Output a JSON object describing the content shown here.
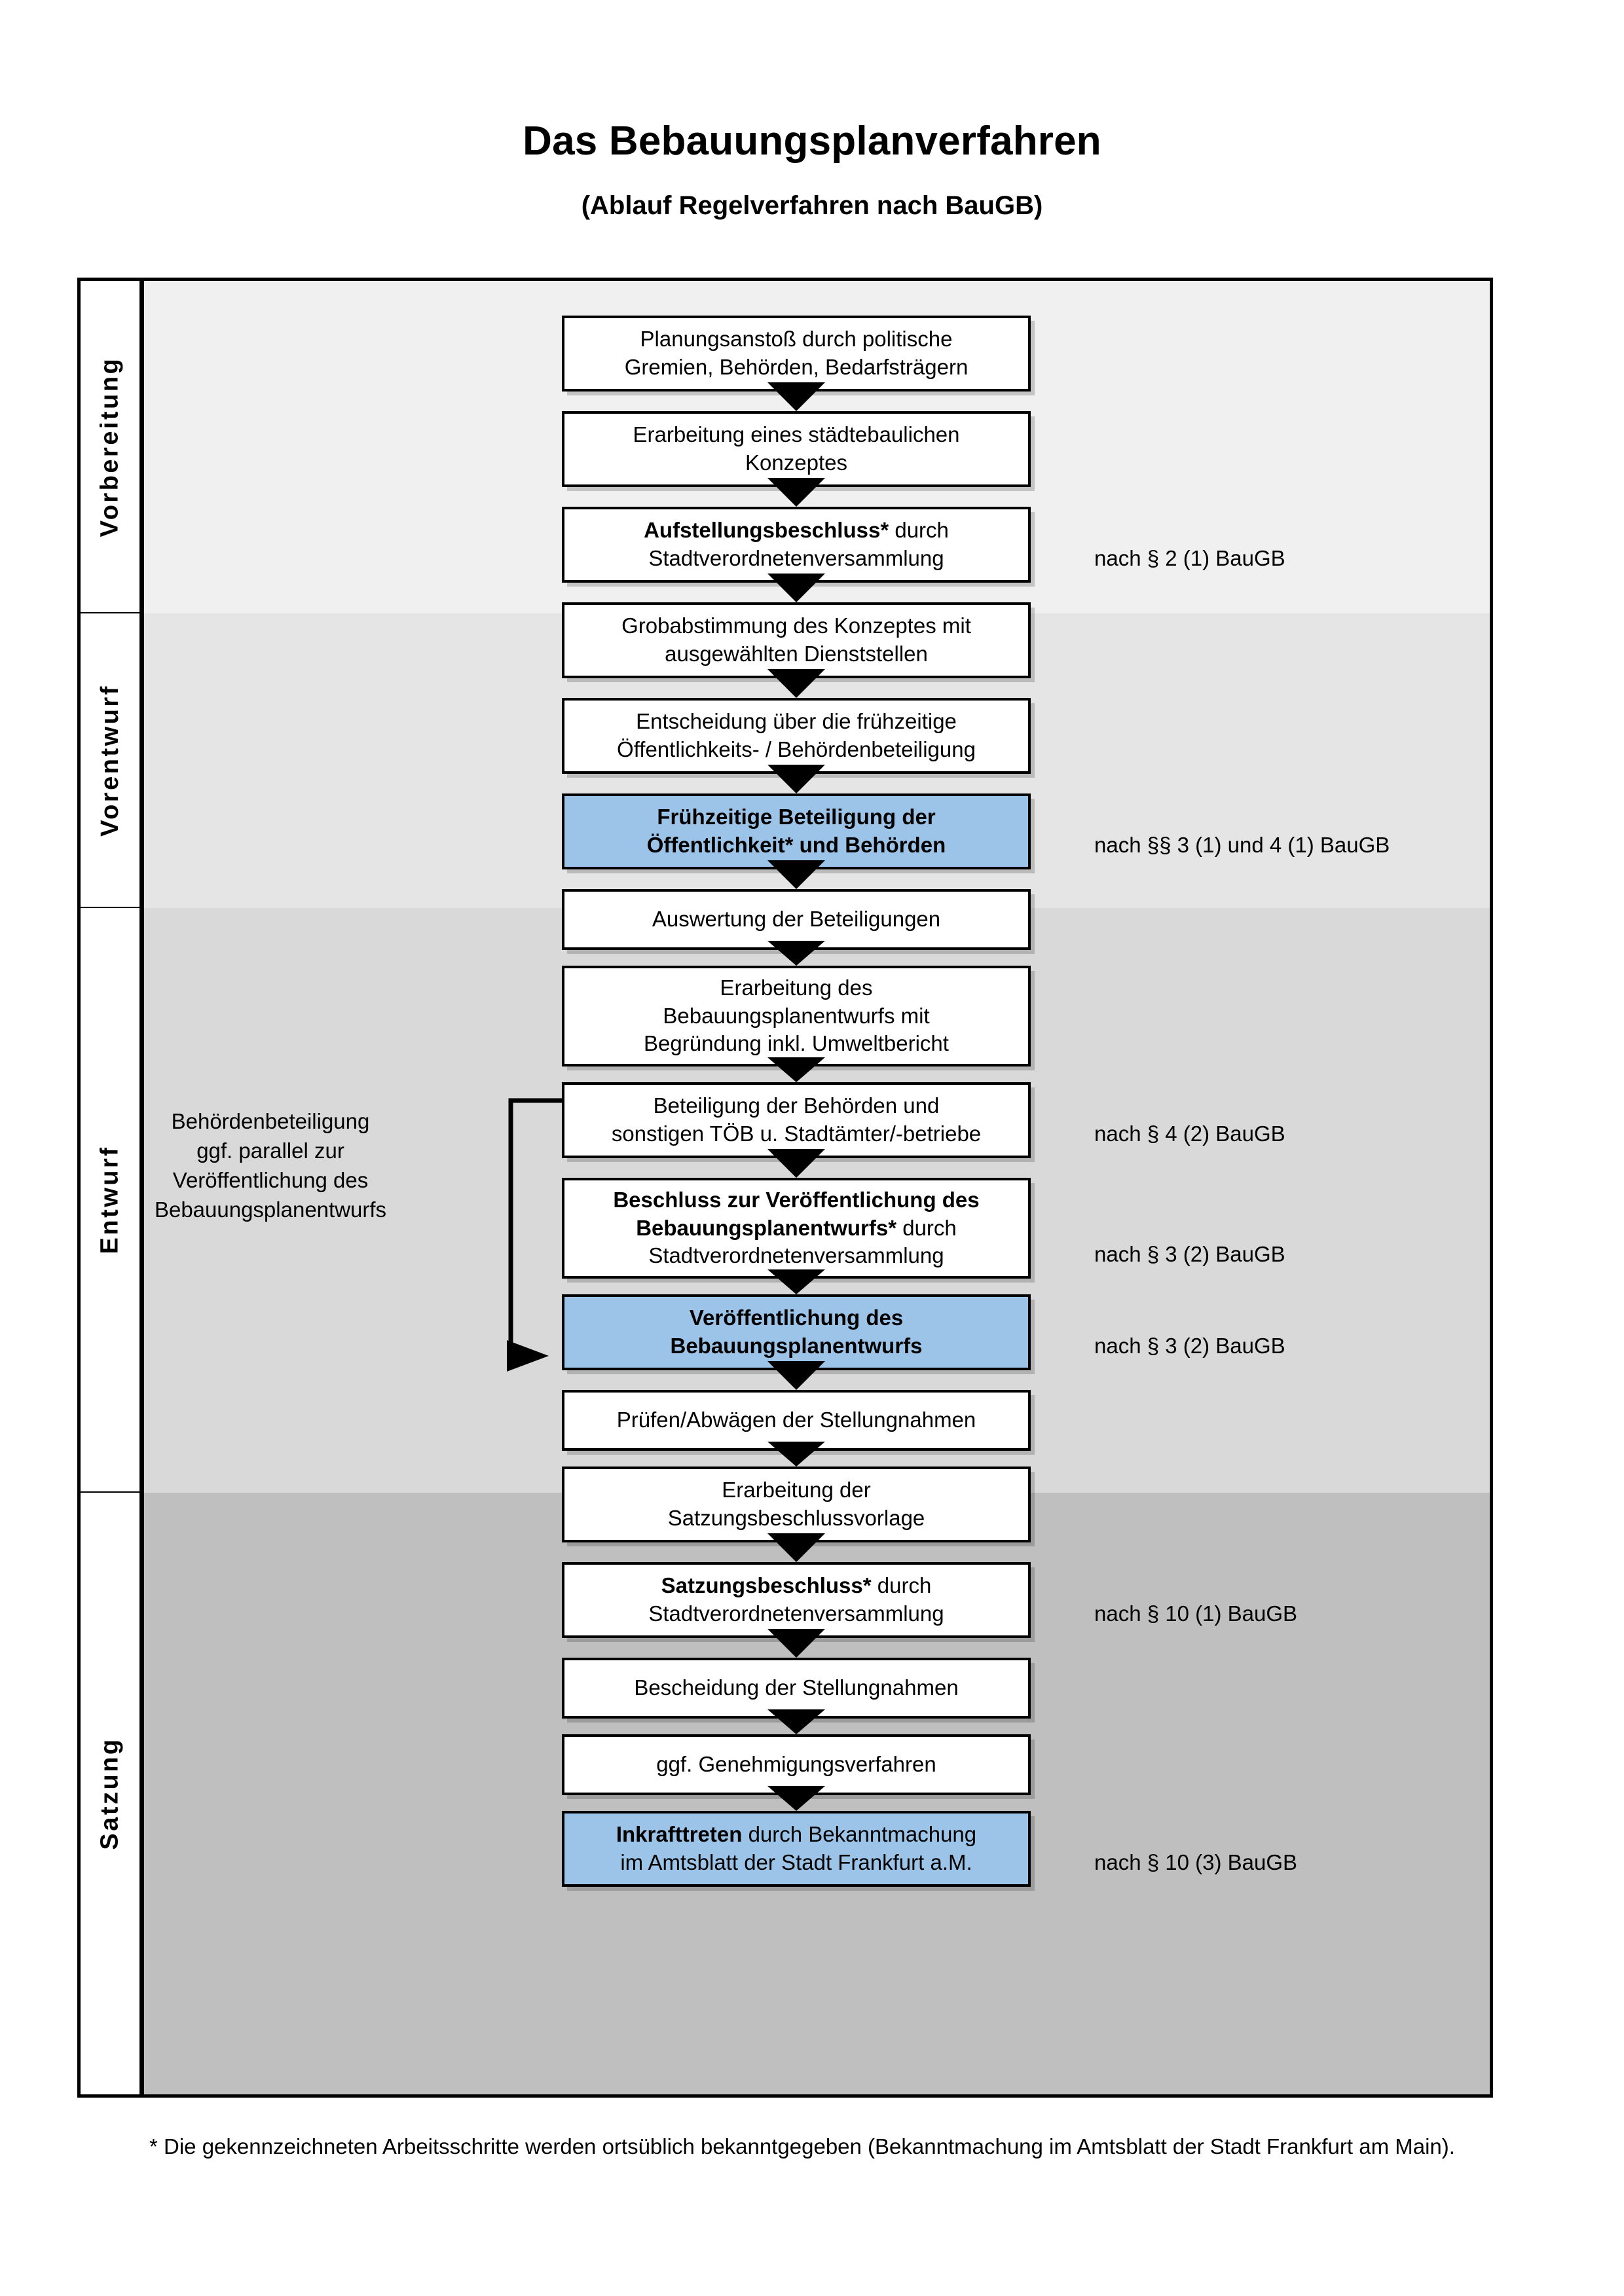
{
  "header": {
    "title": "Das Bebauungsplanverfahren",
    "subtitle": "(Ablauf Regelverfahren nach BauGB)"
  },
  "colors": {
    "highlight_blue": "#9CC3E8",
    "band_1": "#F0F0F0",
    "band_2": "#E5E5E5",
    "band_3": "#D9D9D9",
    "band_4": "#BFBFBF",
    "line": "#000000"
  },
  "phases": [
    {
      "label": "Vorbereitung",
      "band_color": "#F0F0F0"
    },
    {
      "label": "Vorentwurf",
      "band_color": "#E5E5E5"
    },
    {
      "label": "Entwurf",
      "band_color": "#D9D9D9"
    },
    {
      "label": "Satzung",
      "band_color": "#BFBFBF"
    }
  ],
  "steps": [
    {
      "id": "planungsanstoss",
      "phase": "Vorbereitung",
      "highlight": false,
      "lines": [
        {
          "text": "Planungsanstoß durch politische",
          "bold": false
        },
        {
          "text": "Gremien, Behörden, Bedarfsträgern",
          "bold": false
        }
      ]
    },
    {
      "id": "staedtebauliches-konzept",
      "phase": "Vorbereitung",
      "highlight": false,
      "lines": [
        {
          "text": "Erarbeitung eines städtebaulichen",
          "bold": false
        },
        {
          "text": "Konzeptes",
          "bold": false
        }
      ]
    },
    {
      "id": "aufstellungsbeschluss",
      "phase": "Vorbereitung",
      "highlight": false,
      "lines": [
        {
          "text": "Aufstellungsbeschluss*",
          "bold": true,
          "suffix": " durch"
        },
        {
          "text": "Stadtverordnetenversammlung",
          "bold": false
        }
      ]
    },
    {
      "id": "grobabstimmung",
      "phase": "Vorentwurf",
      "highlight": false,
      "lines": [
        {
          "text": "Grobabstimmung des Konzeptes mit",
          "bold": false
        },
        {
          "text": "ausgewählten Dienststellen",
          "bold": false
        }
      ]
    },
    {
      "id": "entscheidung-fruehzeitig",
      "phase": "Vorentwurf",
      "highlight": false,
      "lines": [
        {
          "text": "Entscheidung über die frühzeitige",
          "bold": false
        },
        {
          "text": "Öffentlichkeits- / Behördenbeteiligung",
          "bold": false
        }
      ]
    },
    {
      "id": "fruehzeitige-beteiligung",
      "phase": "Vorentwurf",
      "highlight": true,
      "lines": [
        {
          "text": "Frühzeitige Beteiligung der",
          "bold": true
        },
        {
          "text": "Öffentlichkeit* und Behörden",
          "bold": true
        }
      ]
    },
    {
      "id": "auswertung",
      "phase": "Entwurf",
      "highlight": false,
      "lines": [
        {
          "text": "Auswertung der Beteiligungen",
          "bold": false
        }
      ]
    },
    {
      "id": "erarbeitung-entwurf",
      "phase": "Entwurf",
      "highlight": false,
      "lines": [
        {
          "text": "Erarbeitung des",
          "bold": false
        },
        {
          "text": "Bebauungsplanentwurfs mit",
          "bold": false
        },
        {
          "text": "Begründung inkl. Umweltbericht",
          "bold": false
        }
      ]
    },
    {
      "id": "beteiligung-behoerden",
      "phase": "Entwurf",
      "highlight": false,
      "lines": [
        {
          "text": "Beteiligung der Behörden und",
          "bold": false
        },
        {
          "text": "sonstigen TÖB u. Stadtämter/-betriebe",
          "bold": false
        }
      ]
    },
    {
      "id": "beschluss-veroeffentlichung",
      "phase": "Entwurf",
      "highlight": false,
      "lines": [
        {
          "text": "Beschluss zur Veröffentlichung des",
          "bold": true
        },
        {
          "text": "Bebauungsplanentwurfs*",
          "bold": true,
          "suffix": " durch"
        },
        {
          "text": "Stadtverordnetenversammlung",
          "bold": false
        }
      ]
    },
    {
      "id": "veroeffentlichung",
      "phase": "Entwurf",
      "highlight": true,
      "lines": [
        {
          "text": "Veröffentlichung des",
          "bold": true
        },
        {
          "text": "Bebauungsplanentwurfs",
          "bold": true
        }
      ]
    },
    {
      "id": "pruefen-abwaegen",
      "phase": "Satzung",
      "highlight": false,
      "lines": [
        {
          "text": "Prüfen/Abwägen der Stellungnahmen",
          "bold": false
        }
      ]
    },
    {
      "id": "satzungsbeschlussvorlage",
      "phase": "Satzung",
      "highlight": false,
      "lines": [
        {
          "text": "Erarbeitung der",
          "bold": false
        },
        {
          "text": "Satzungsbeschlussvorlage",
          "bold": false
        }
      ]
    },
    {
      "id": "satzungsbeschluss",
      "phase": "Satzung",
      "highlight": false,
      "lines": [
        {
          "text": "Satzungsbeschluss*",
          "bold": true,
          "suffix": " durch"
        },
        {
          "text": "Stadtverordnetenversammlung",
          "bold": false
        }
      ]
    },
    {
      "id": "bescheidung",
      "phase": "Satzung",
      "highlight": false,
      "lines": [
        {
          "text": "Bescheidung der Stellungnahmen",
          "bold": false
        }
      ]
    },
    {
      "id": "genehmigungsverfahren",
      "phase": "Satzung",
      "highlight": false,
      "lines": [
        {
          "text": "ggf. Genehmigungsverfahren",
          "bold": false
        }
      ]
    },
    {
      "id": "inkrafttreten",
      "phase": "Satzung",
      "highlight": true,
      "lines": [
        {
          "text": "Inkrafttreten",
          "bold": true,
          "suffix": " durch Bekanntmachung"
        },
        {
          "text": "im Amtsblatt der Stadt Frankfurt a.M.",
          "bold": false
        }
      ]
    }
  ],
  "legal_refs": [
    {
      "for_step": "aufstellungsbeschluss",
      "text": "nach § 2 (1) BauGB"
    },
    {
      "for_step": "fruehzeitige-beteiligung",
      "text": "nach §§ 3 (1) und 4 (1) BauGB"
    },
    {
      "for_step": "beteiligung-behoerden",
      "text": "nach § 4 (2) BauGB"
    },
    {
      "for_step": "beschluss-veroeffentlichung",
      "text": "nach § 3 (2) BauGB"
    },
    {
      "for_step": "veroeffentlichung",
      "text": "nach § 3 (2) BauGB"
    },
    {
      "for_step": "satzungsbeschluss",
      "text": "nach § 10 (1) BauGB"
    },
    {
      "for_step": "inkrafttreten",
      "text": "nach § 10 (3) BauGB"
    }
  ],
  "parallel_note": {
    "lines": [
      "Behördenbeteiligung",
      "ggf. parallel zur",
      "Veröffentlichung des",
      "Bebauungsplanentwurfs"
    ]
  },
  "footnote": {
    "text": "* Die gekennzeichneten Arbeitsschritte werden ortsüblich bekanntgegeben (Bekanntmachung im Amtsblatt  der Stadt Frankfurt am Main)."
  }
}
